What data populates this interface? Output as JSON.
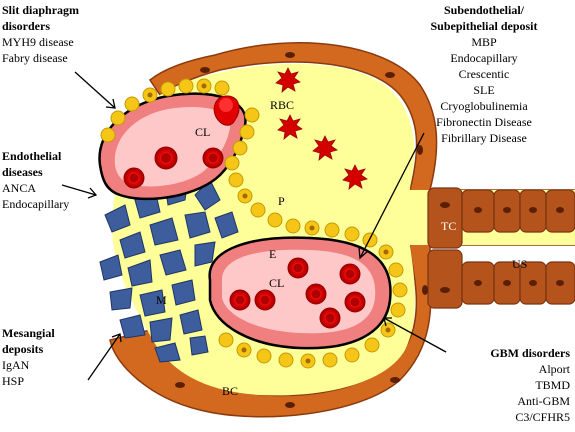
{
  "labels": {
    "cl_top": "CL",
    "cl_bottom": "CL",
    "rbc": "RBC",
    "p": "P",
    "e": "E",
    "m": "M",
    "tc": "TC",
    "us": "US",
    "bc": "BC"
  },
  "slit": {
    "title_line1": "Slit diaphragm",
    "title_line2": "disorders",
    "items": [
      "MYH9 disease",
      "Fabry disease"
    ]
  },
  "endothelial": {
    "title_line1": "Endothelial",
    "title_line2": "diseases",
    "items": [
      "ANCA",
      "Endocapillary"
    ]
  },
  "mesangial": {
    "title_line1": "Mesangial",
    "title_line2": "deposits",
    "items": [
      "IgAN",
      "HSP"
    ]
  },
  "subendo": {
    "title_line1": "Subendothelial/",
    "title_line2": "Subepithelial deposit",
    "items": [
      "MBP",
      "Endocapillary",
      "Crescentic",
      "SLE",
      "Cryoglobulinemia",
      "Fibronectin Disease",
      "Fibrillary Disease"
    ]
  },
  "gbm": {
    "title": "GBM  disorders",
    "items": [
      "Alport",
      "TBMD",
      "Anti-GBM",
      "C3/CFHR5"
    ]
  },
  "colors": {
    "bowman_space": "#ffff99",
    "capsule": "#d2691e",
    "capsule_dark": "#8b3a0e",
    "podocyte": "#f5c518",
    "capillary_outer": "#f08080",
    "capillary_inner": "#ffc8c8",
    "rbc": "#e00000",
    "mesangium": "#3a5a9a"
  }
}
